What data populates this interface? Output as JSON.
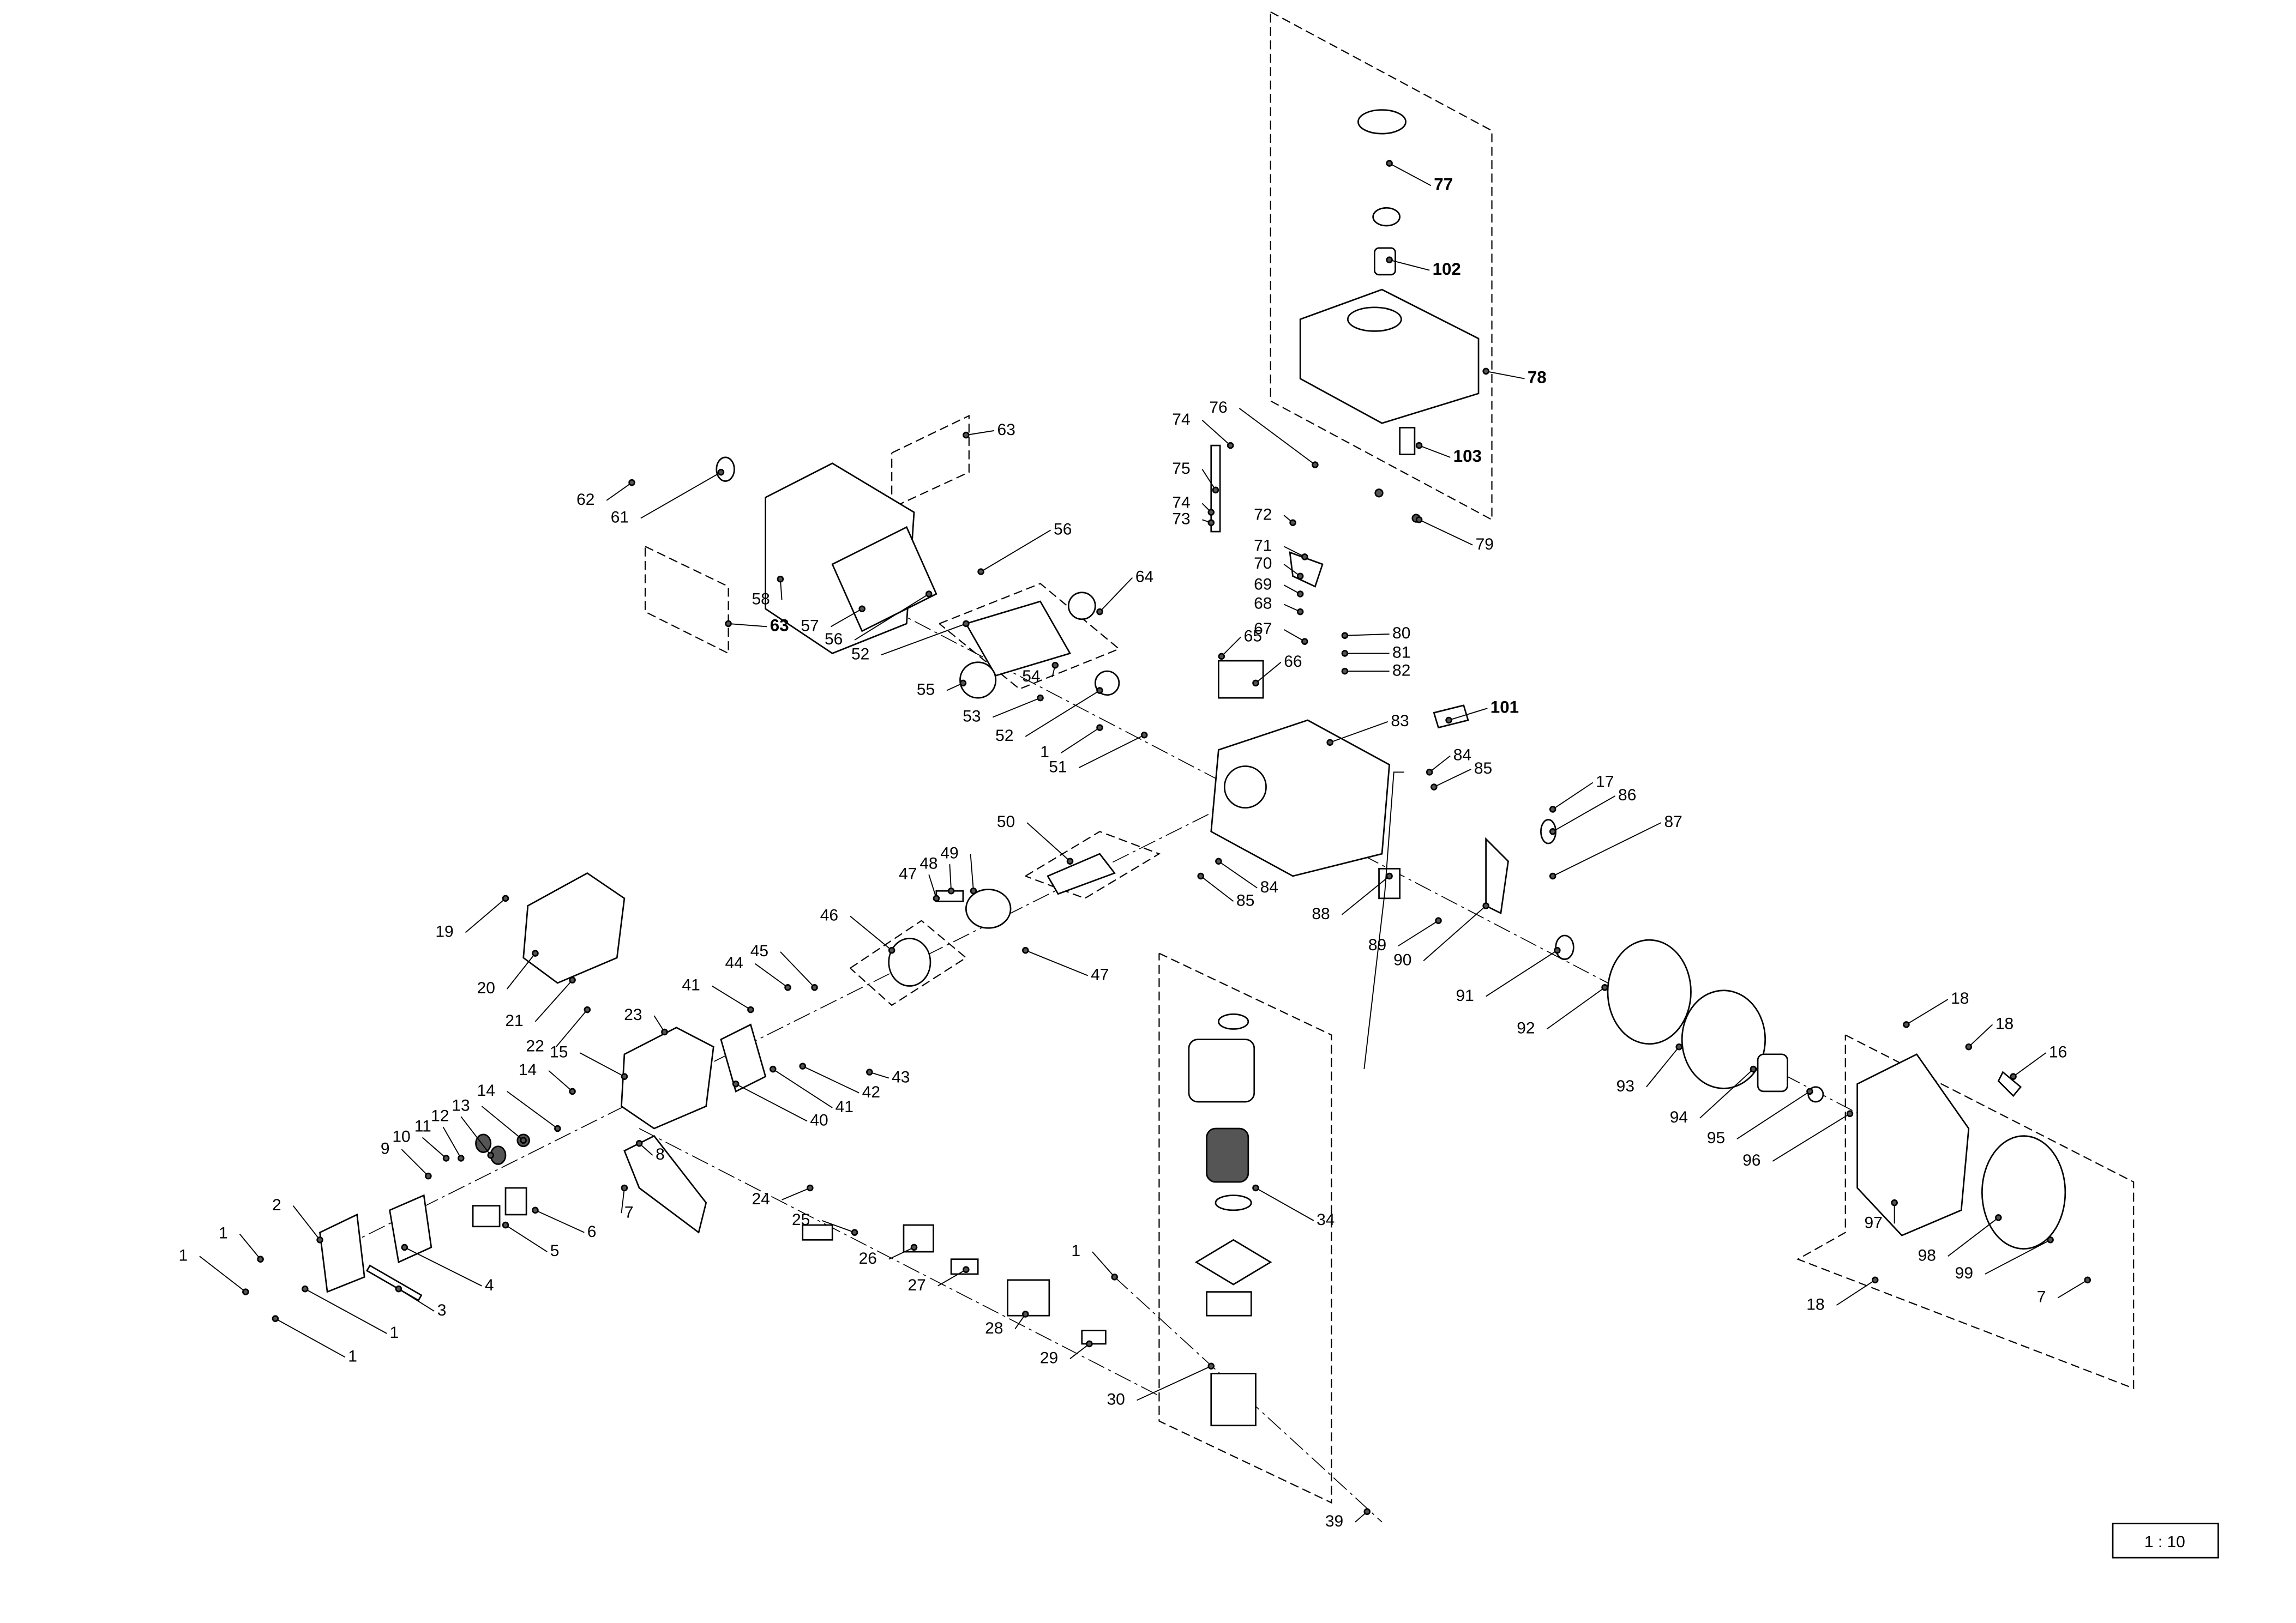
{
  "diagram": {
    "type": "exploded-parts-view",
    "scale_label": "1 : 10",
    "callouts": [
      {
        "text": "77",
        "bold": true
      },
      {
        "text": "102",
        "bold": true
      },
      {
        "text": "78",
        "bold": true
      },
      {
        "text": "103",
        "bold": true
      },
      {
        "text": "76"
      },
      {
        "text": "74"
      },
      {
        "text": "75"
      },
      {
        "text": "74"
      },
      {
        "text": "73"
      },
      {
        "text": "72"
      },
      {
        "text": "79"
      },
      {
        "text": "71"
      },
      {
        "text": "70"
      },
      {
        "text": "69"
      },
      {
        "text": "68"
      },
      {
        "text": "67"
      },
      {
        "text": "80"
      },
      {
        "text": "81"
      },
      {
        "text": "82"
      },
      {
        "text": "65"
      },
      {
        "text": "66"
      },
      {
        "text": "64"
      },
      {
        "text": "63"
      },
      {
        "text": "62"
      },
      {
        "text": "61"
      },
      {
        "text": "58"
      },
      {
        "text": "56"
      },
      {
        "text": "57"
      },
      {
        "text": "56"
      },
      {
        "text": "52"
      },
      {
        "text": "55"
      },
      {
        "text": "54"
      },
      {
        "text": "53"
      },
      {
        "text": "52"
      },
      {
        "text": "63",
        "bold": true
      },
      {
        "text": "1"
      },
      {
        "text": "51"
      },
      {
        "text": "83"
      },
      {
        "text": "101",
        "bold": true
      },
      {
        "text": "84"
      },
      {
        "text": "85"
      },
      {
        "text": "17"
      },
      {
        "text": "86"
      },
      {
        "text": "87"
      },
      {
        "text": "50"
      },
      {
        "text": "49"
      },
      {
        "text": "48"
      },
      {
        "text": "47"
      },
      {
        "text": "84"
      },
      {
        "text": "85"
      },
      {
        "text": "88"
      },
      {
        "text": "89"
      },
      {
        "text": "90"
      },
      {
        "text": "47"
      },
      {
        "text": "46"
      },
      {
        "text": "45"
      },
      {
        "text": "44"
      },
      {
        "text": "41"
      },
      {
        "text": "19"
      },
      {
        "text": "20"
      },
      {
        "text": "21"
      },
      {
        "text": "22"
      },
      {
        "text": "23"
      },
      {
        "text": "15"
      },
      {
        "text": "14"
      },
      {
        "text": "14"
      },
      {
        "text": "13"
      },
      {
        "text": "12"
      },
      {
        "text": "11"
      },
      {
        "text": "10"
      },
      {
        "text": "9"
      },
      {
        "text": "43"
      },
      {
        "text": "42"
      },
      {
        "text": "41"
      },
      {
        "text": "40"
      },
      {
        "text": "8"
      },
      {
        "text": "7"
      },
      {
        "text": "6"
      },
      {
        "text": "5"
      },
      {
        "text": "4"
      },
      {
        "text": "3"
      },
      {
        "text": "2"
      },
      {
        "text": "1"
      },
      {
        "text": "1"
      },
      {
        "text": "1"
      },
      {
        "text": "1"
      },
      {
        "text": "24"
      },
      {
        "text": "25"
      },
      {
        "text": "26"
      },
      {
        "text": "27"
      },
      {
        "text": "28"
      },
      {
        "text": "29"
      },
      {
        "text": "1"
      },
      {
        "text": "30"
      },
      {
        "text": "34"
      },
      {
        "text": "39"
      },
      {
        "text": "91"
      },
      {
        "text": "92"
      },
      {
        "text": "93"
      },
      {
        "text": "94"
      },
      {
        "text": "95"
      },
      {
        "text": "96"
      },
      {
        "text": "18"
      },
      {
        "text": "18"
      },
      {
        "text": "16"
      },
      {
        "text": "97"
      },
      {
        "text": "98"
      },
      {
        "text": "99"
      },
      {
        "text": "7"
      },
      {
        "text": "18"
      }
    ]
  }
}
